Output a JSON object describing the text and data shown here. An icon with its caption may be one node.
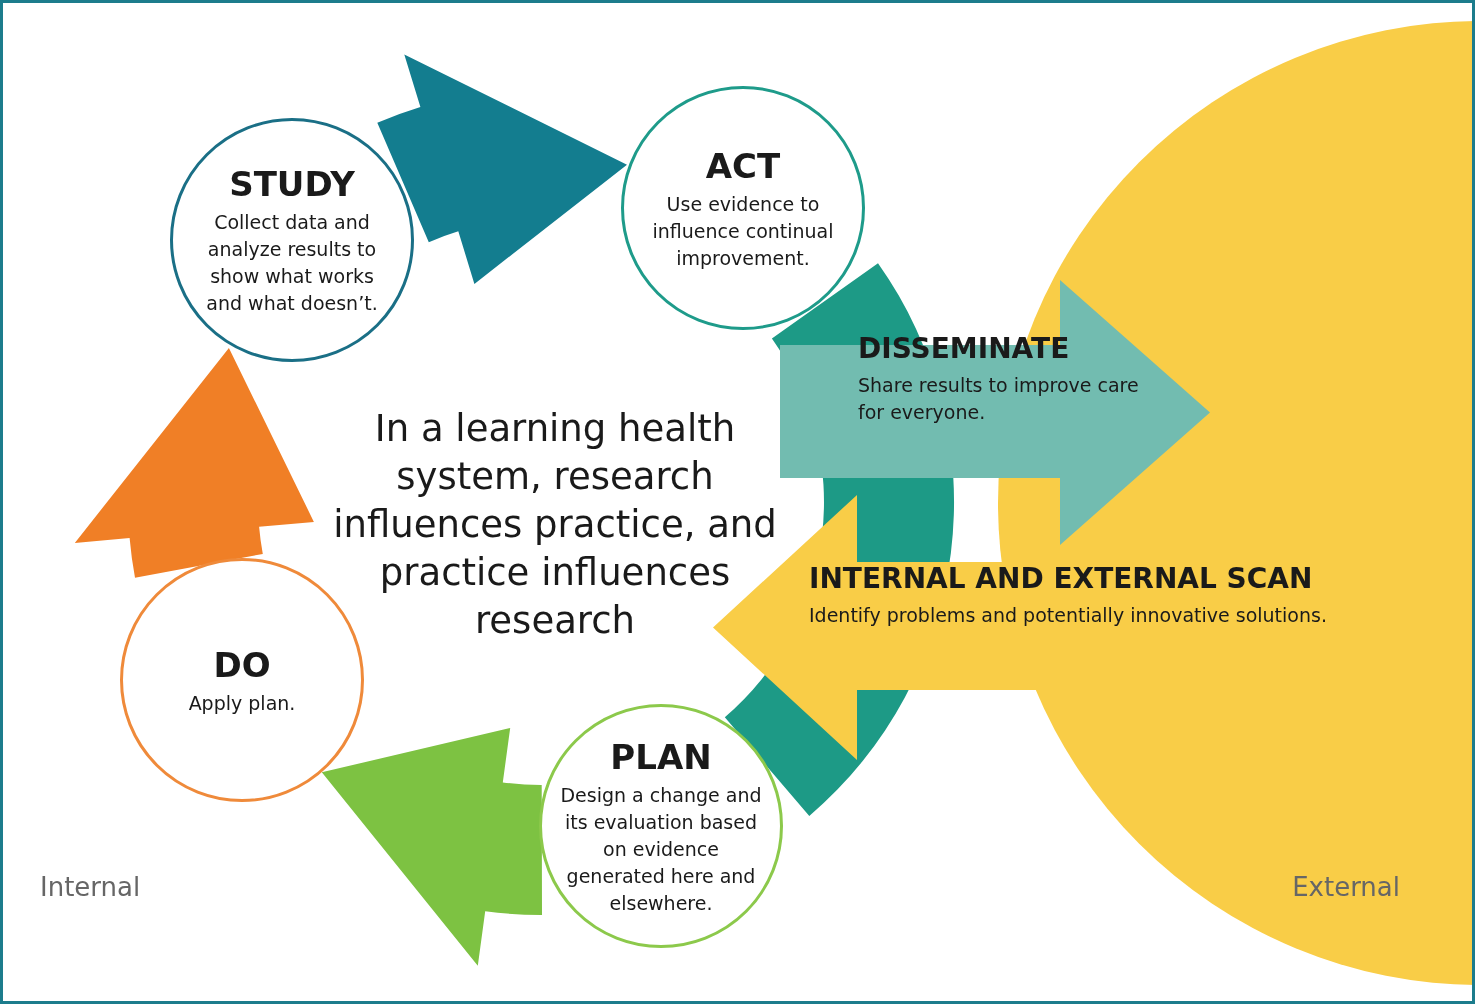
{
  "diagram": {
    "nodes": [
      {
        "text": [
          "STUDY",
          "Collect data and analyze results to show what works and what doesn’t."
        ]
      },
      {
        "text": [
          "ACT",
          "Use evidence to influence continual improvement."
        ]
      },
      {
        "text": [
          "DISSEMINATE",
          "Share results to improve care for everyone."
        ]
      },
      {
        "text": [
          "INTERNAL AND EXTERNAL SCAN",
          "Identify problems and potentially innovative solutions."
        ]
      },
      {
        "text": [
          "DO",
          "Apply plan."
        ]
      },
      {
        "text": [
          "PLAN",
          "Design a change and its evaluation based on evidence generated here and elsewhere."
        ]
      }
    ],
    "edges": [
      {
        "from": 5,
        "to": 4,
        "arrow": "to",
        "color": "#7dc242"
      },
      {
        "from": 4,
        "to": 0,
        "arrow": "to",
        "color": "#f07f26"
      },
      {
        "from": 0,
        "to": 1,
        "arrow": "to",
        "color": "#137d8f"
      },
      {
        "from": 1,
        "to": 5,
        "arrow": "none",
        "color": "#1d9a86"
      }
    ],
    "labels": [
      "In a learning health system, research influences practice, and practice influences research",
      "Internal",
      "External"
    ]
  }
}
